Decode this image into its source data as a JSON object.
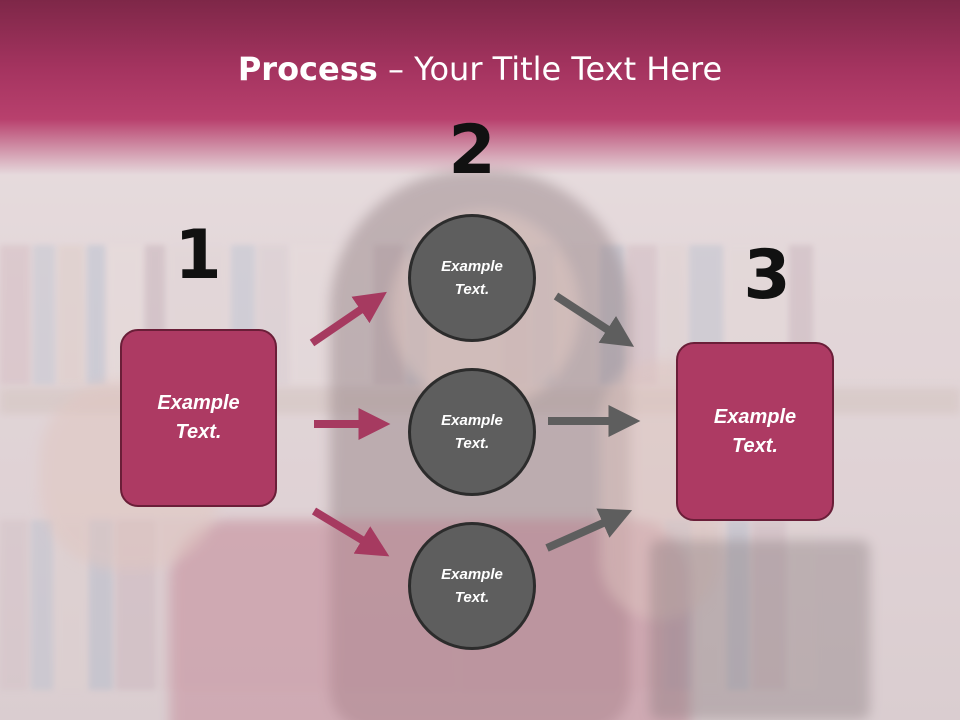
{
  "title": {
    "bold": "Process",
    "rest": " – Your Title Text Here"
  },
  "steps": [
    {
      "number": "1",
      "text": "Example\nText."
    },
    {
      "number": "2",
      "items": [
        {
          "text": "Example\nText."
        },
        {
          "text": "Example\nText."
        },
        {
          "text": "Example\nText."
        }
      ]
    },
    {
      "number": "3",
      "text": "Example\nText."
    }
  ],
  "colors": {
    "accent": "#ad3a63",
    "accent_border": "#6a1e38",
    "circle_fill": "#5e5e5e",
    "circle_border": "#2c2c2c",
    "arrow_in": "#a63a60",
    "arrow_out": "#5e5e5e",
    "title_band": "#b8406d"
  }
}
